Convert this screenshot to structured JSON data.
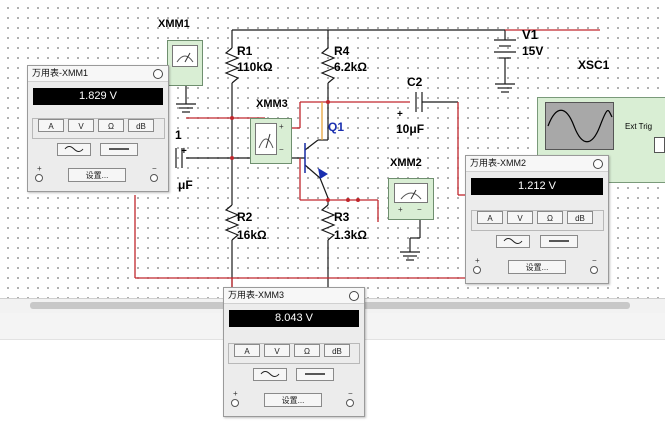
{
  "schematic": {
    "components": {
      "xmm1": "XMM1",
      "xmm2": "XMM2",
      "xmm3": "XMM3",
      "r1_name": "R1",
      "r1_value": "110kΩ",
      "r2_name": "R2",
      "r2_value": "16kΩ",
      "r3_name": "R3",
      "r3_value": "1.3kΩ",
      "r4_name": "R4",
      "r4_value": "6.2kΩ",
      "c1_name_fragment": "1",
      "c1_value_fragment": "μF",
      "c2_name": "C2",
      "c2_value": "10μF",
      "q1": "Q1",
      "v1_name": "V1",
      "v1_value": "15V",
      "xsc1": "XSC1",
      "ext_trig": "Ext Trig"
    },
    "colors": {
      "wire_red": "#c0272d",
      "wire_orange": "#e8a33a",
      "wire_black": "#1a1a1a",
      "transistor_blue": "#1a2fb0"
    }
  },
  "meters": {
    "xmm1": {
      "title": "万用表-XMM1",
      "reading": "1.829 V",
      "mode_buttons": [
        "A",
        "V",
        "Ω",
        "dB"
      ],
      "setting_button": "设置..."
    },
    "xmm2": {
      "title": "万用表-XMM2",
      "reading": "1.212 V",
      "mode_buttons": [
        "A",
        "V",
        "Ω",
        "dB"
      ],
      "setting_button": "设置..."
    },
    "xmm3": {
      "title": "万用表-XMM3",
      "reading": "8.043 V",
      "mode_buttons": [
        "A",
        "V",
        "Ω",
        "dB"
      ],
      "setting_button": "设置..."
    }
  }
}
